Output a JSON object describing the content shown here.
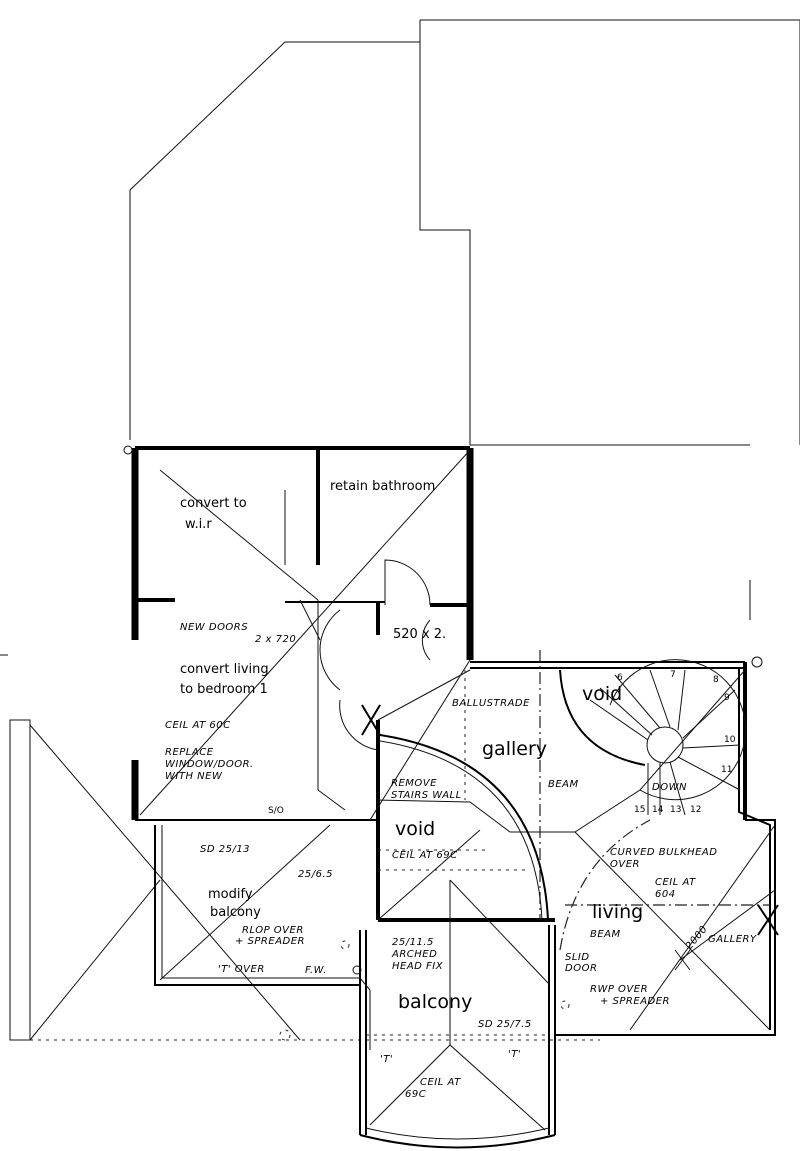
{
  "rooms": {
    "wir": "convert to",
    "wir2": "w.i.r",
    "bathroom": "retain bathroom",
    "bedroom1": "convert living",
    "bedroom2": "to bedroom 1",
    "gallery": "gallery",
    "void_top": "void",
    "void_mid": "void",
    "living": "living",
    "balcony": "balcony",
    "modify1": "modify",
    "modify2": "balcony"
  },
  "notes": {
    "new_doors1": "NEW DOORS",
    "new_doors2": "2 x 720",
    "door_52": "520 x 2.",
    "ceil_60": "CEIL AT 60C",
    "replace1": "REPLACE",
    "replace2": "WINDOW/DOOR.",
    "replace3": "WITH NEW",
    "so": "S/O",
    "sd25_13": "SD 25/13",
    "dim_25_65": "25/6.5",
    "balustrade": "BALLUSTRADE",
    "remove1": "REMOVE",
    "remove2": "STAIRS WALL",
    "beam1": "BEAM",
    "ceil_69": "CEIL AT 69C",
    "curved1": "CURVED BULKHEAD",
    "curved2": "OVER",
    "ceil_604_1": "CEIL AT",
    "ceil_604_2": "604",
    "beam2": "BEAM",
    "dim_2000": "2000",
    "gallery_note": "GALLERY",
    "down": "DOWN",
    "rlop1": "RLOP OVER",
    "rlop2": "+ SPREADER",
    "t_over": "'T' OVER",
    "fw": "F.W.",
    "arched1": "25/11.5",
    "arched2": "ARCHED",
    "arched3": "HEAD  FIX",
    "slid1": "SLID",
    "slid2": "DOOR",
    "rwp1": "RWP OVER",
    "rwp2": "+ SPREADER",
    "sd25_75": "SD 25/7.5",
    "t1": "'T'",
    "t2": "'T'",
    "ceil_69b_1": "CEIL AT",
    "ceil_69b_2": "69C"
  },
  "stair_numbers": [
    "6",
    "7",
    "8",
    "9",
    "10",
    "11",
    "12",
    "13",
    "14",
    "15"
  ]
}
